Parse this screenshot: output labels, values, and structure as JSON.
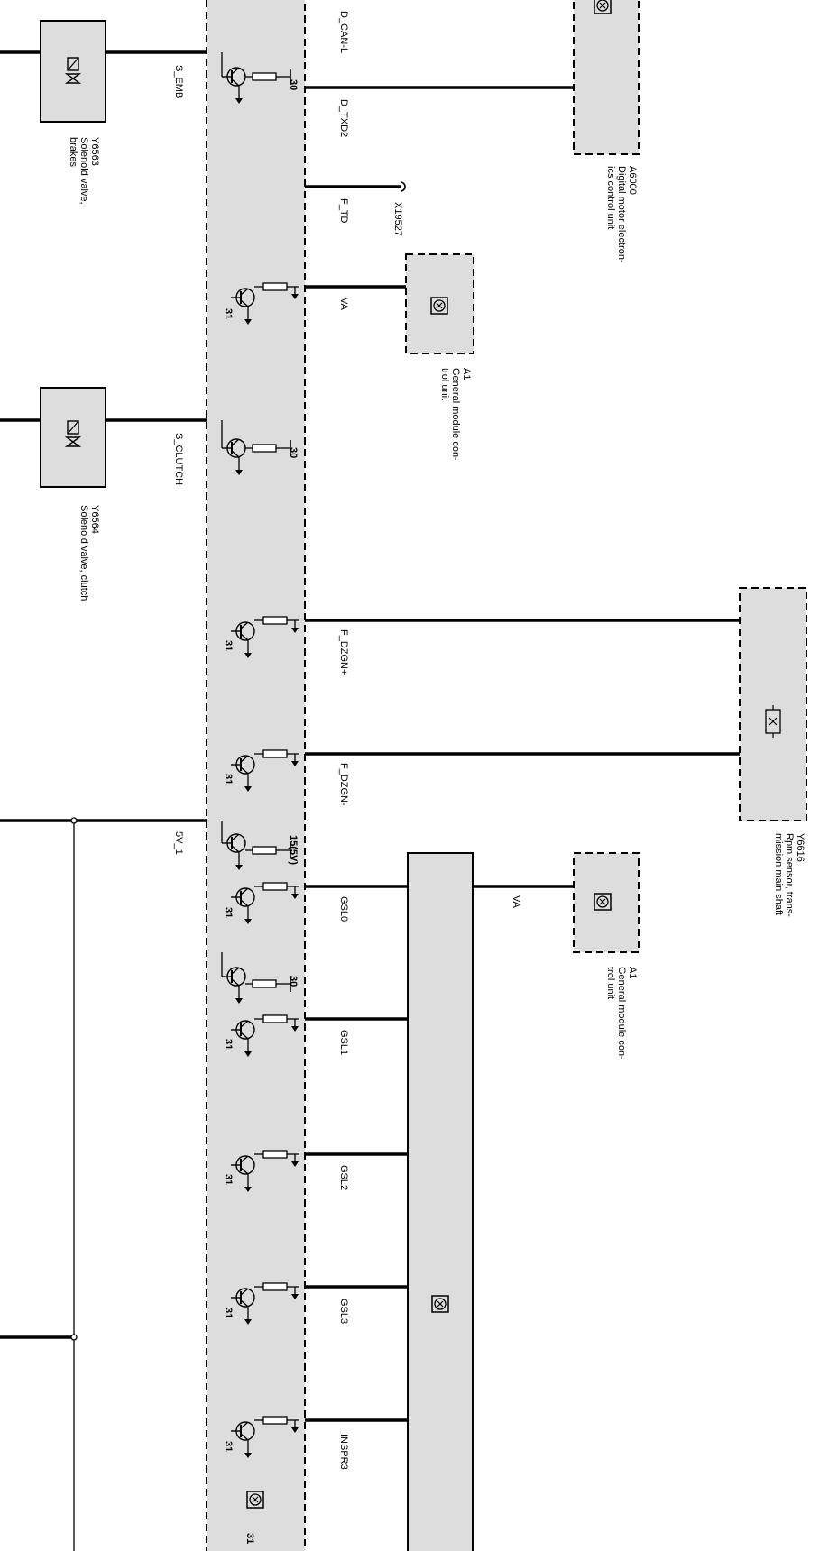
{
  "wires": {
    "w_top": "D_CAN-L",
    "w_dtxd2": "D_TXD2",
    "w_ftd": "F_TD",
    "w_va1": "VA",
    "w_dzgn_p": "F_DZGN+",
    "w_dzgn_m": "F_DZGN-",
    "w_gsl0": "GSL0",
    "w_va2": "VA",
    "w_gsl1": "GSL1",
    "w_gsl2": "GSL2",
    "w_gsl3": "GSL3",
    "w_inspr3": "INSPR3",
    "w_semb": "S_EMB",
    "w_sclutch": "S_CLUTCH",
    "w_5v1": "5V_1"
  },
  "pins": {
    "p30a": "30",
    "p31a": "31",
    "p30b": "30",
    "p31b": "31",
    "p31c": "31",
    "p15": "15(5V)",
    "p31d": "31",
    "p30c": "30",
    "p31e": "31",
    "p31f": "31",
    "p31g": "31",
    "p31h": "31",
    "p31i": "31"
  },
  "components": {
    "y6563": {
      "id": "Y6563",
      "line1": "Solenoid valve,",
      "line2": "brakes"
    },
    "y6564": {
      "id": "Y6564",
      "line1": "Solenoid valve, clutch"
    },
    "a6000": {
      "id": "A6000",
      "line1": "Digital motor electron-",
      "line2": "ics control unit"
    },
    "x19527": {
      "id": "X19527"
    },
    "a1_top": {
      "id": "A1",
      "line1": "General module con-",
      "line2": "trol unit"
    },
    "y6616": {
      "id": "Y6616",
      "line1": "Rpm sensor, trans-",
      "line2": "mission main shaft"
    },
    "a1_bottom": {
      "id": "A1",
      "line1": "General module con-",
      "line2": "trol unit"
    }
  }
}
